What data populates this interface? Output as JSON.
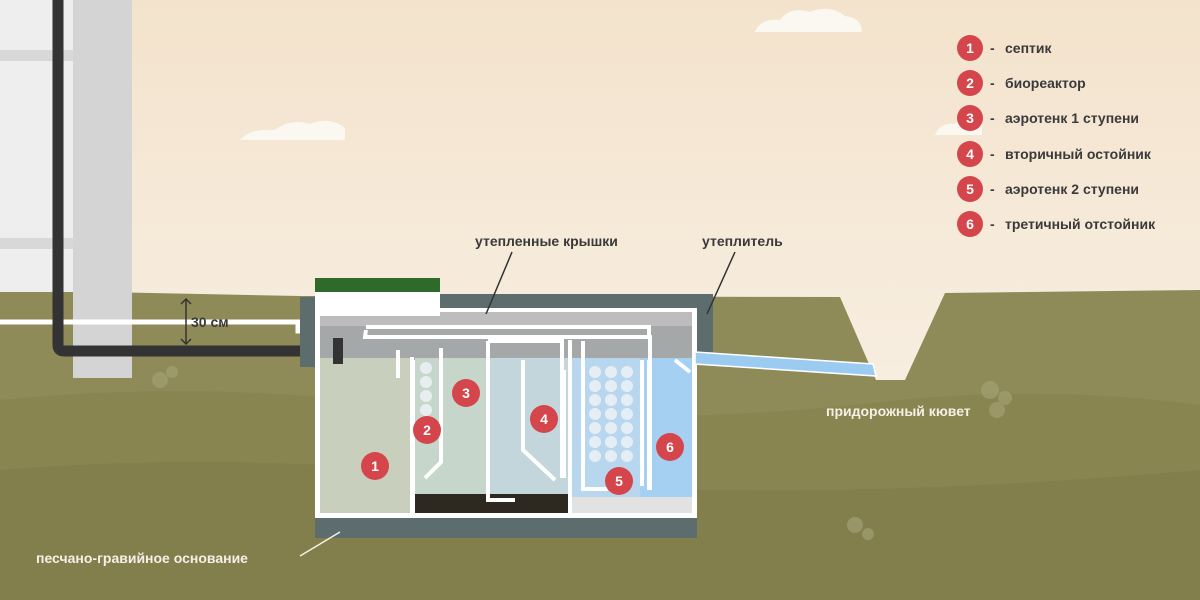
{
  "colors": {
    "sky_top": "#f3e3cc",
    "sky_bottom": "#faf4ec",
    "ground": "#8e8b58",
    "insulation": "#5d6c6c",
    "cover": "#2e6b2a",
    "marker": "#d4464b",
    "water_outlet": "#9ccbf2",
    "sludge": "#2d2920"
  },
  "legend": {
    "separator": "-",
    "items": [
      {
        "number": "1",
        "label": "септик"
      },
      {
        "number": "2",
        "label": "биореактор"
      },
      {
        "number": "3",
        "label": "аэротенк 1 ступени"
      },
      {
        "number": "4",
        "label": "вторичный остойник"
      },
      {
        "number": "5",
        "label": "аэротенк 2 ступени"
      },
      {
        "number": "6",
        "label": "третичный отстойник"
      }
    ]
  },
  "callouts": {
    "covers": "утепленные крышки",
    "insulation": "утеплитель",
    "depth": "30 см",
    "ditch": "придорожный кювет",
    "base": "песчано-гравийное основание"
  },
  "markers": [
    "1",
    "2",
    "3",
    "4",
    "5",
    "6"
  ]
}
